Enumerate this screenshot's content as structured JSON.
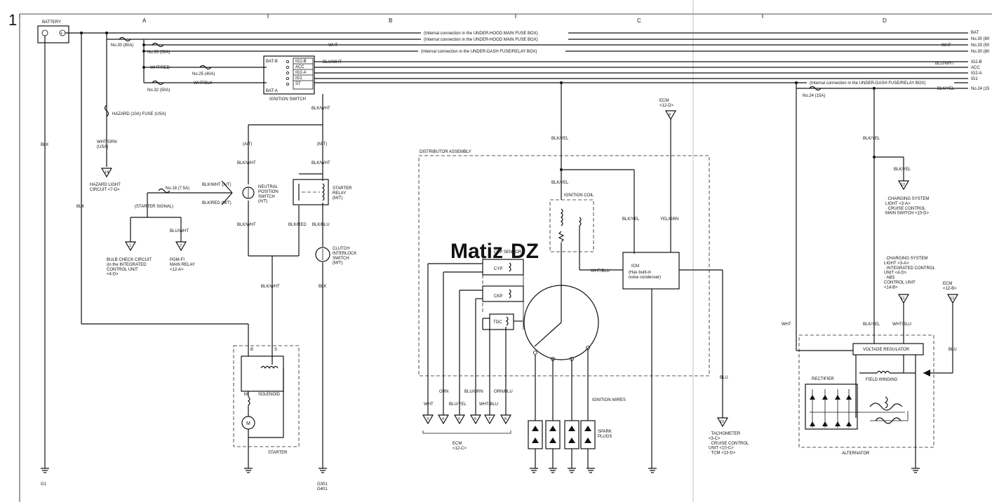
{
  "page_number": "1",
  "zones": [
    "A",
    "B",
    "C",
    "D"
  ],
  "watermark": {
    "part1": "Matiz",
    "part2": "DZ",
    "color1": "#3a3a3a",
    "color2": "#e8a020"
  },
  "battery": {
    "title": "BATTERY",
    "plus": "+",
    "minus": "-"
  },
  "wires": {
    "blk": "BLK",
    "wht": "WHT",
    "blu": "BLU",
    "wht_red": "WHT/RED",
    "wht_blk": "WHT/BLK",
    "blu_wht": "BLU/WHT",
    "blk_wht": "BLK/WHT",
    "blk_red": "BLK/RED",
    "blk_blu": "BLK/BLU",
    "blk_yel": "BLK/YEL",
    "yel_grn": "YEL/GRN",
    "wht_grn": "WHT/GRN\n(USA)",
    "blk_wht_at": "BLK/WHT (A/T)",
    "blk_red_mt": "BLK/RED (M/T)",
    "wht_blu": "WHT/BLU",
    "orn": "ORN",
    "blu_yel": "BLU/YEL",
    "blu_grn": "BLU/GRN",
    "orn_blu": "ORN/BLU"
  },
  "fuses": {
    "no30": "No.30 (80A)",
    "no33": "No.33 (50A)",
    "no25": "No.25 (40A)",
    "no32": "No.32 (50A)",
    "hazard": "HAZARD (10A) FUSE (USA)",
    "no18": "No.18 (7.5A)",
    "no24": "No.24 (15A)"
  },
  "internal": {
    "underhood": "(Internal connection in the UNDER-HOOD MAIN FUSE BOX)",
    "underdash": "(Internal connection in the UNDER-DASH FUSE/RELAY BOX)",
    "underdash2": "(Internal connection in the UNDER-DASH FUSE/RELAY BOX)"
  },
  "right_edge": {
    "bat": "BAT",
    "no30a": "No.30 (80",
    "no33": "No.33 (50",
    "no30b": "No.30 (80",
    "ig2b": "IG2-B",
    "acc": "ACC",
    "ig2a": "IG2-A",
    "ig1": "IG1",
    "no24": "No.24 (15"
  },
  "ignition_switch": {
    "title": "IGNITION SWITCH",
    "bat_b": "BAT-B",
    "bat_a": "BAT-A",
    "terminals": [
      "IG2-B",
      "ACC",
      "IG2-A",
      "IG1",
      "ST"
    ]
  },
  "paths": {
    "at": "(A/T)",
    "mt": "(M/T)",
    "starter_signal": "(STARTER SIGNAL)"
  },
  "components": {
    "neutral_switch": "NEUTRAL\nPOSITION\nSWITCH\n(A/T)",
    "starter_relay": "STARTER\nRELAY\n(M/T)",
    "clutch_switch": "CLUTCH\nINTERLOCK\nSWITCH\n(M/T)",
    "starter": "STARTER",
    "solenoid": "SOLENOID",
    "motor": "M",
    "terminal_b": "B",
    "terminal_s": "S",
    "terminal_m": "M",
    "distributor": "DISTRIBUTOR ASSEMBLY",
    "ignition_coil": "IGNITION COIL",
    "cyp_sensor": "CYP SENSOR",
    "cyp": "CYP",
    "ckp": "CKP",
    "tdc": "TDC",
    "icm": "ICM",
    "icm_note": "(Has built-in\nnoise condenser)",
    "ignition_wires": "IGNITION WIRES",
    "spark_plugs": "SPARK\nPLUGS",
    "alternator": "ALTERNATOR",
    "voltage_regulator": "VOLTAGE REGULATOR",
    "rectifier": "RECTIFIER",
    "field_winding": "FIELD WINDING"
  },
  "connectors": [
    {
      "num": "14",
      "label": "HAZARD LIGHT\nCIRCUIT <7-D>"
    },
    {
      "num": "1",
      "label": "BULB CHECK CIRCUIT\n(in the INTEGRATED\nCONTROL UNIT\n<4-D>"
    },
    {
      "num": "2",
      "label": "PGM-FI\nMAIN RELAY\n<12-A>"
    },
    {
      "num": "9",
      "label": "ECM\n<12-D>"
    },
    {
      "num": "3",
      "label": "WHT"
    },
    {
      "num": "4",
      "label": "ORN"
    },
    {
      "num": "5",
      "label": "BLU/YEL"
    },
    {
      "num": "6",
      "label": "BLU/GRN"
    },
    {
      "num": "7",
      "label": "WHT/BLU"
    },
    {
      "num": "8",
      "label": "ORN/BLU"
    },
    {
      "num": "10",
      "label": "· TACHOMETER\n<3-C>\n· CRUISE CONTROL\nUNIT <10-C>\n· TCM <13-D>"
    },
    {
      "num": "12",
      "label": "· CHARGING SYSTEM\nLIGHT <3-A>\n· CRUISE CONTROL\nMAIN SWITCH <10-D>"
    },
    {
      "num": "11",
      "label": "· CHARGING SYSTEM\nLIGHT <3-A>\n· INTEGRATED CONTROL\nUNIT <4-D>\n· ABS\nCONTROL UNIT\n<14-B>"
    },
    {
      "num": "13",
      "label": "ECM\n<12-B>"
    }
  ],
  "ecm_group": "ECM\n<12-C>",
  "grounds": {
    "g1": "G1",
    "g301": "G301\nG401"
  }
}
